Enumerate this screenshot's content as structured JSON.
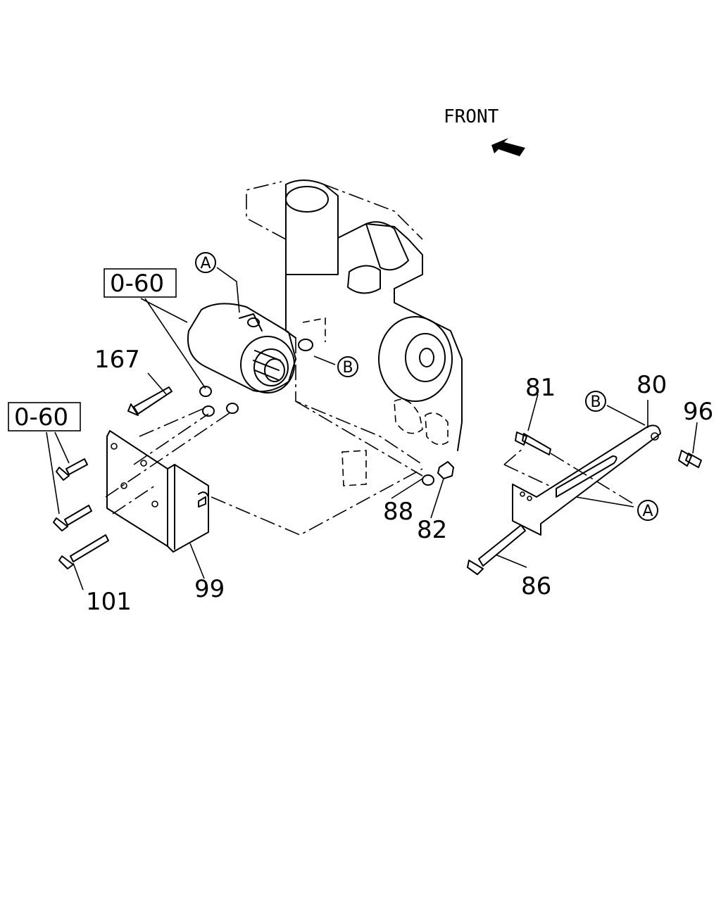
{
  "orientation": {
    "label": "FRONT"
  },
  "refs": {
    "a": "A",
    "b": "B"
  },
  "groups": {
    "g1": "0-60",
    "g2": "0-60"
  },
  "parts": {
    "p80": "80",
    "p81": "81",
    "p82": "82",
    "p86": "86",
    "p88": "88",
    "p96": "96",
    "p99": "99",
    "p101": "101",
    "p167": "167"
  }
}
